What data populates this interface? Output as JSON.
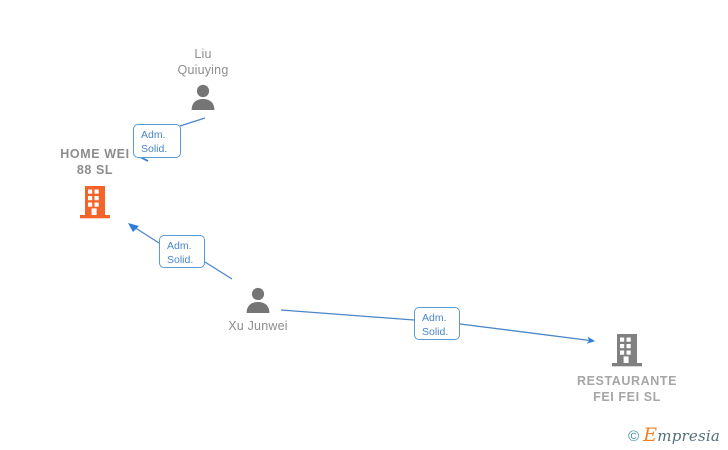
{
  "graph": {
    "background": "#ffffff",
    "edge_color": "#4a86c8",
    "company_highlight_color": "#f4642a",
    "company_color": "#808080",
    "person_color": "#757575",
    "label_color": "#8e8e8e"
  },
  "nodes": {
    "person_top": {
      "name": "Liu\nQuiuying",
      "icon": "person-icon",
      "type": "person"
    },
    "company_main": {
      "name": "HOME WEI\n88  SL",
      "icon": "building-icon",
      "type": "company",
      "highlighted": true
    },
    "person_bottom": {
      "name": "Xu Junwei",
      "icon": "person-icon",
      "type": "person"
    },
    "company_right": {
      "name": "RESTAURANTE\nFEI FEI SL",
      "icon": "building-icon",
      "type": "company",
      "highlighted": false
    }
  },
  "relations": [
    {
      "id": "rel-liu-homewei",
      "label": "Adm.\nSolid."
    },
    {
      "id": "rel-xu-homewei",
      "label": "Adm.\nSolid."
    },
    {
      "id": "rel-xu-restaurante",
      "label": "Adm.\nSolid."
    }
  ],
  "watermark": {
    "copyright": "©",
    "brand_initial": "E",
    "brand_rest": "mpresia"
  }
}
